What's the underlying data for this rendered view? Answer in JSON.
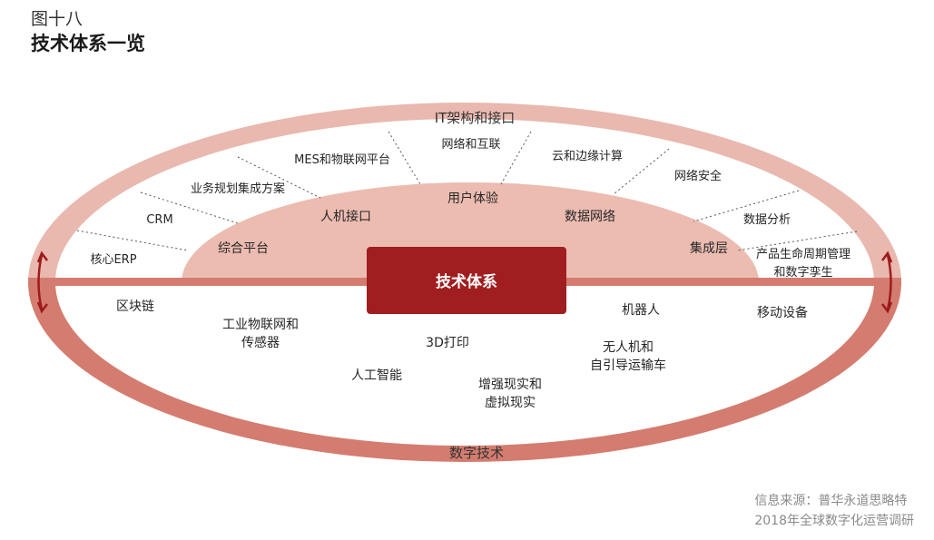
{
  "figure_label": "图十八",
  "figure_title": "技术体系一览",
  "center_label": "技术体系",
  "top_ring_label": "IT架构和接口",
  "bottom_ring_label": "数字技术",
  "outer_ring_items": [
    "核心ERP",
    "CRM",
    "业务规划集成方案",
    "MES和物联网平台",
    "网络和互联",
    "云和边缘计算",
    "网络安全",
    "数据分析",
    "产品生命周期管理|和数字孪生"
  ],
  "inner_dome_items": [
    "综合平台",
    "人机接口",
    "用户体验",
    "数据网络",
    "集成层"
  ],
  "digital_tech_items": [
    "区块链",
    "工业物联网和|传感器",
    "3D打印",
    "人工智能",
    "增强现实和|虚拟现实",
    "机器人",
    "无人机和|自引导运输车",
    "移动设备"
  ],
  "colors": {
    "ring_top": "#e9b8ae",
    "ring_bottom": "#d47c6f",
    "dome": "#ecbcb1",
    "center_box": "#a01e1f",
    "arrow": "#9e1b1b"
  },
  "source": {
    "line1": "信息来源：普华永道思略特",
    "line2": "2018年全球数字化运营调研"
  }
}
